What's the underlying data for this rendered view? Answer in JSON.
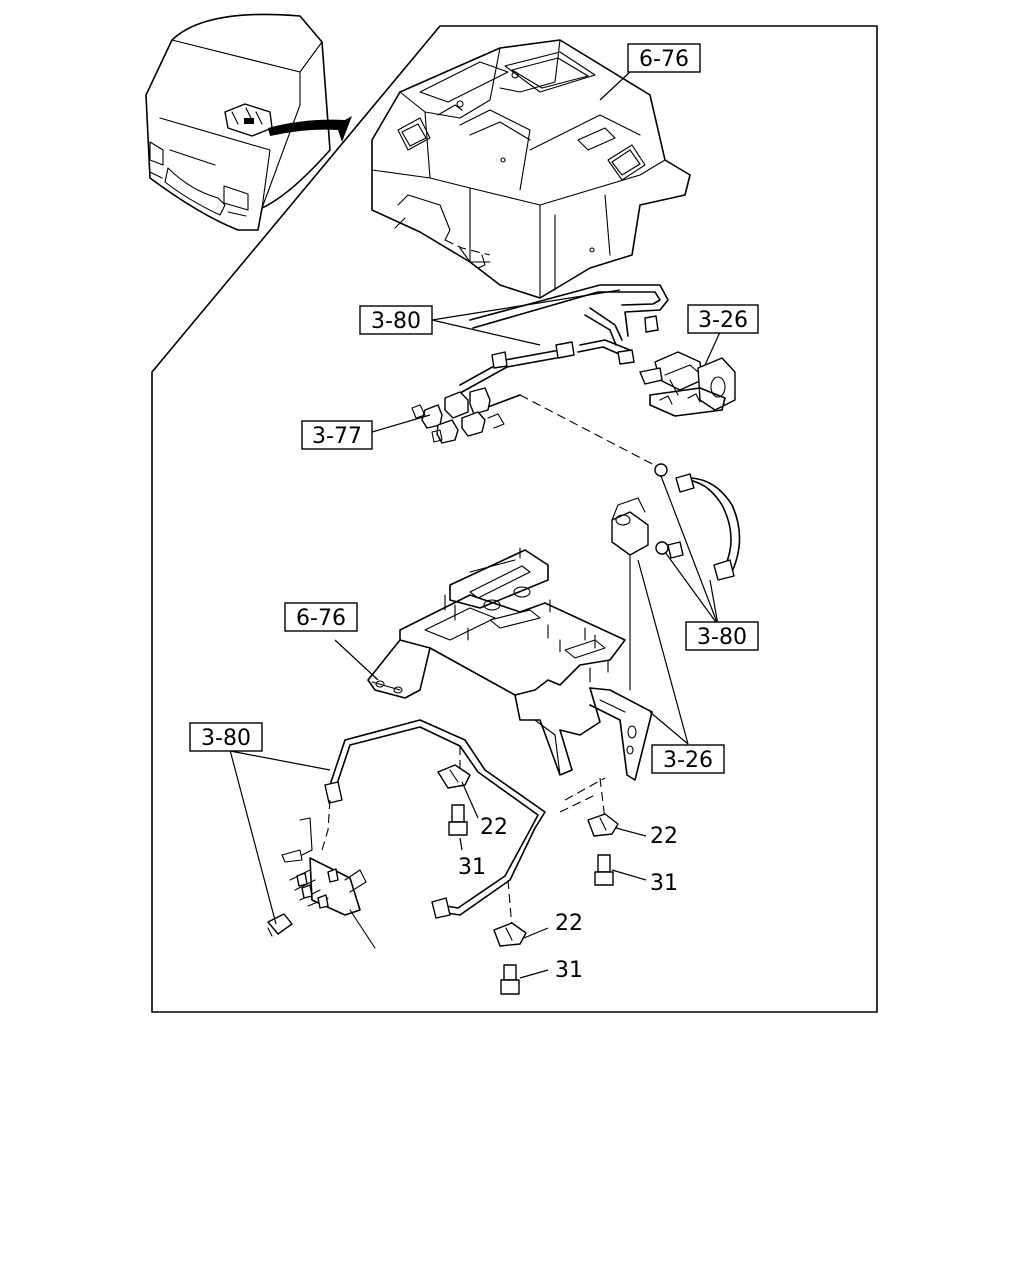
{
  "callouts": {
    "ref_6_76_top": "6-76",
    "ref_3_80_a": "3-80",
    "ref_3_26_a": "3-26",
    "ref_3_77": "3-77",
    "ref_3_80_b": "3-80",
    "ref_6_76_mid": "6-76",
    "ref_3_80_c": "3-80",
    "ref_3_26_b": "3-26"
  },
  "part_numbers": {
    "p22_a": "22",
    "p31_a": "31",
    "p22_b": "22",
    "p31_b": "31",
    "p22_c": "22",
    "p31_c": "31"
  }
}
